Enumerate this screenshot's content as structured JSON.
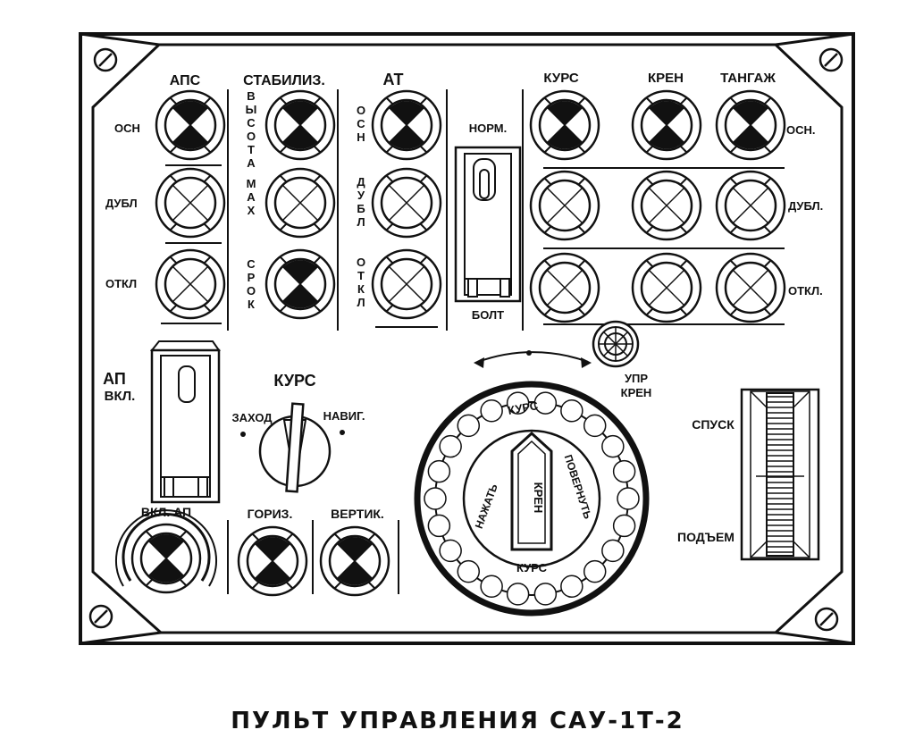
{
  "caption": "ПУЛЬТ УПРАВЛЕНИЯ САУ-1Т-2",
  "aps": {
    "title": "АПС",
    "row1": "ОСН",
    "row2": "ДУБЛ",
    "row3": "ОТКЛ"
  },
  "stab": {
    "title": "СТАБИЛИЗ.",
    "row1": "ВЫСОТА",
    "row2": "МАХ",
    "row3": "СРОК"
  },
  "at": {
    "title": "АТ",
    "row1": "ОСН",
    "row2": "ДУБЛ",
    "row3": "ОТКЛ"
  },
  "toggle_norm": {
    "top": "НОРМ.",
    "bottom": "БОЛТ"
  },
  "lamps_right": {
    "col1": "КУРС",
    "col2": "КРЕН",
    "col3": "ТАНГАЖ",
    "row1": "ОСН.",
    "row2": "ДУБЛ.",
    "row3": "ОТКЛ."
  },
  "upr_kren": {
    "line1": "УПР",
    "line2": "КРЕН"
  },
  "ap": {
    "line1": "АП",
    "line2": "ВКЛ.",
    "button": "ВКЛ. АП"
  },
  "kurs_switch": {
    "title": "КУРС",
    "left": "ЗАХОД",
    "right": "НАВИГ."
  },
  "goriz": "ГОРИЗ.",
  "vertik": "ВЕРТИК.",
  "knob": {
    "top": "КУРС",
    "left": "НАЖАТЬ",
    "right": "ПОВЕРНУТЬ",
    "center": "КРЕН",
    "bottom": "КУРС"
  },
  "trim": {
    "up": "СПУСК",
    "down": "ПОДЪЕМ"
  }
}
